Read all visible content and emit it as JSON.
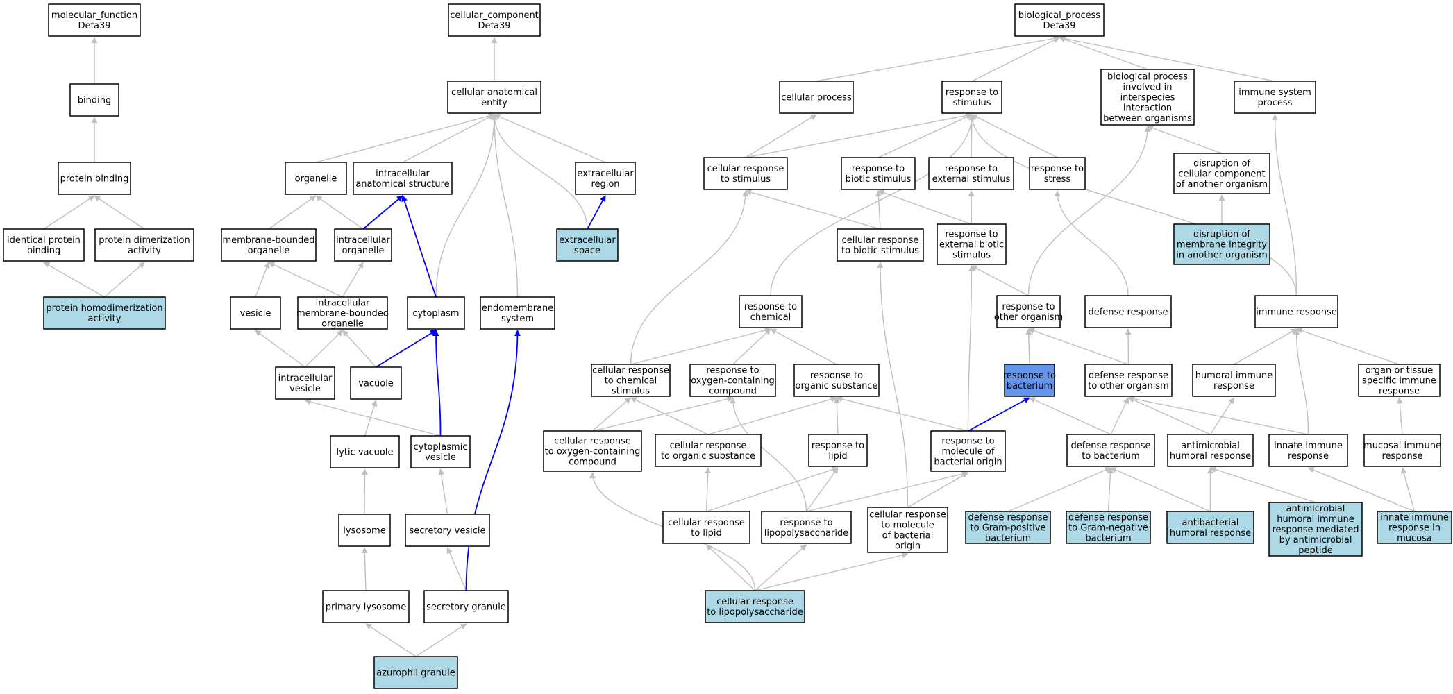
{
  "colors": {
    "node_fill": "#ffffff",
    "query_fill": "#add8e6",
    "highlight_fill": "#6495ed",
    "edge_default": "#c0c0c0",
    "edge_highlight": "#0000ff",
    "border": "#000000"
  },
  "nodes": [
    {
      "id": "mf",
      "lines": [
        "molecular_function",
        "Defa39"
      ],
      "kind": "plain"
    },
    {
      "id": "binding",
      "lines": [
        "binding"
      ],
      "kind": "plain"
    },
    {
      "id": "protbind",
      "lines": [
        "protein binding"
      ],
      "kind": "plain"
    },
    {
      "id": "identprot",
      "lines": [
        "identical protein",
        "binding"
      ],
      "kind": "plain"
    },
    {
      "id": "protdimer",
      "lines": [
        "protein dimerization",
        "activity"
      ],
      "kind": "plain"
    },
    {
      "id": "homodimer",
      "lines": [
        "protein homodimerization",
        "activity"
      ],
      "kind": "query"
    },
    {
      "id": "cc",
      "lines": [
        "cellular_component",
        "Defa39"
      ],
      "kind": "plain"
    },
    {
      "id": "cae",
      "lines": [
        "cellular anatomical",
        "entity"
      ],
      "kind": "plain"
    },
    {
      "id": "organelle",
      "lines": [
        "organelle"
      ],
      "kind": "plain"
    },
    {
      "id": "ias",
      "lines": [
        "intracellular",
        "anatomical structure"
      ],
      "kind": "plain"
    },
    {
      "id": "extreg",
      "lines": [
        "extracellular",
        "region"
      ],
      "kind": "plain"
    },
    {
      "id": "mbo",
      "lines": [
        "membrane-bounded",
        "organelle"
      ],
      "kind": "plain"
    },
    {
      "id": "io",
      "lines": [
        "intracellular",
        "organelle"
      ],
      "kind": "plain"
    },
    {
      "id": "extspace",
      "lines": [
        "extracellular",
        "space"
      ],
      "kind": "query"
    },
    {
      "id": "vesicle",
      "lines": [
        "vesicle"
      ],
      "kind": "plain"
    },
    {
      "id": "imbo",
      "lines": [
        "intracellular",
        "membrane-bounded",
        "organelle"
      ],
      "kind": "plain"
    },
    {
      "id": "cytoplasm",
      "lines": [
        "cytoplasm"
      ],
      "kind": "plain"
    },
    {
      "id": "endomem",
      "lines": [
        "endomembrane",
        "system"
      ],
      "kind": "plain"
    },
    {
      "id": "ivesicle",
      "lines": [
        "intracellular",
        "vesicle"
      ],
      "kind": "plain"
    },
    {
      "id": "vacuole",
      "lines": [
        "vacuole"
      ],
      "kind": "plain"
    },
    {
      "id": "lytic",
      "lines": [
        "lytic vacuole"
      ],
      "kind": "plain"
    },
    {
      "id": "cytovesicle",
      "lines": [
        "cytoplasmic",
        "vesicle"
      ],
      "kind": "plain"
    },
    {
      "id": "lysosome",
      "lines": [
        "lysosome"
      ],
      "kind": "plain"
    },
    {
      "id": "secvesicle",
      "lines": [
        "secretory vesicle"
      ],
      "kind": "plain"
    },
    {
      "id": "primlyso",
      "lines": [
        "primary lysosome"
      ],
      "kind": "plain"
    },
    {
      "id": "secgran",
      "lines": [
        "secretory granule"
      ],
      "kind": "plain"
    },
    {
      "id": "azuro",
      "lines": [
        "azurophil granule"
      ],
      "kind": "query"
    },
    {
      "id": "bp",
      "lines": [
        "biological_process",
        "Defa39"
      ],
      "kind": "plain"
    },
    {
      "id": "cellproc",
      "lines": [
        "cellular process"
      ],
      "kind": "plain"
    },
    {
      "id": "rstim",
      "lines": [
        "response to",
        "stimulus"
      ],
      "kind": "plain"
    },
    {
      "id": "bpinter",
      "lines": [
        "biological process",
        "involved in",
        "interspecies",
        "interaction",
        "between organisms"
      ],
      "kind": "plain"
    },
    {
      "id": "immsys",
      "lines": [
        "immune system",
        "process"
      ],
      "kind": "plain"
    },
    {
      "id": "crstim",
      "lines": [
        "cellular response",
        "to stimulus"
      ],
      "kind": "plain"
    },
    {
      "id": "rbiotic",
      "lines": [
        "response to",
        "biotic stimulus"
      ],
      "kind": "plain"
    },
    {
      "id": "rext",
      "lines": [
        "response to",
        "external stimulus"
      ],
      "kind": "plain"
    },
    {
      "id": "rstress",
      "lines": [
        "response to",
        "stress"
      ],
      "kind": "plain"
    },
    {
      "id": "disrupt",
      "lines": [
        "disruption of",
        "cellular component",
        "of another organism"
      ],
      "kind": "plain"
    },
    {
      "id": "crbiotic",
      "lines": [
        "cellular response",
        "to biotic stimulus"
      ],
      "kind": "plain"
    },
    {
      "id": "rextbiotic",
      "lines": [
        "response to",
        "external biotic",
        "stimulus"
      ],
      "kind": "plain"
    },
    {
      "id": "disruptmem",
      "lines": [
        "disruption of",
        "membrane integrity",
        "in another organism"
      ],
      "kind": "query"
    },
    {
      "id": "rchem",
      "lines": [
        "response to",
        "chemical"
      ],
      "kind": "plain"
    },
    {
      "id": "rother",
      "lines": [
        "response to",
        "other organism"
      ],
      "kind": "plain"
    },
    {
      "id": "defresp",
      "lines": [
        "defense response"
      ],
      "kind": "plain"
    },
    {
      "id": "immresp",
      "lines": [
        "immune response"
      ],
      "kind": "plain"
    },
    {
      "id": "crchem",
      "lines": [
        "cellular response",
        "to chemical",
        "stimulus"
      ],
      "kind": "plain"
    },
    {
      "id": "roxy",
      "lines": [
        "response to",
        "oxygen-containing",
        "compound"
      ],
      "kind": "plain"
    },
    {
      "id": "rorg",
      "lines": [
        "response to",
        "organic substance"
      ],
      "kind": "plain"
    },
    {
      "id": "rbact",
      "lines": [
        "response to",
        "bacterium"
      ],
      "kind": "highlight"
    },
    {
      "id": "defother",
      "lines": [
        "defense response",
        "to other organism"
      ],
      "kind": "plain"
    },
    {
      "id": "humoral",
      "lines": [
        "humoral immune",
        "response"
      ],
      "kind": "plain"
    },
    {
      "id": "organimm",
      "lines": [
        "organ or tissue",
        "specific immune",
        "response"
      ],
      "kind": "plain"
    },
    {
      "id": "croxy",
      "lines": [
        "cellular response",
        "to oxygen-containing",
        "compound"
      ],
      "kind": "plain"
    },
    {
      "id": "crorg",
      "lines": [
        "cellular response",
        "to organic substance"
      ],
      "kind": "plain"
    },
    {
      "id": "rlipid",
      "lines": [
        "response to",
        "lipid"
      ],
      "kind": "plain"
    },
    {
      "id": "rmolbact",
      "lines": [
        "response to",
        "molecule of",
        "bacterial origin"
      ],
      "kind": "plain"
    },
    {
      "id": "defbact",
      "lines": [
        "defense response",
        "to bacterium"
      ],
      "kind": "plain"
    },
    {
      "id": "antimicro",
      "lines": [
        "antimicrobial",
        "humoral response"
      ],
      "kind": "plain"
    },
    {
      "id": "innate",
      "lines": [
        "innate immune",
        "response"
      ],
      "kind": "plain"
    },
    {
      "id": "mucosal",
      "lines": [
        "mucosal immune",
        "response"
      ],
      "kind": "plain"
    },
    {
      "id": "crlipid",
      "lines": [
        "cellular response",
        "to lipid"
      ],
      "kind": "plain"
    },
    {
      "id": "rlps",
      "lines": [
        "response to",
        "lipopolysaccharide"
      ],
      "kind": "plain"
    },
    {
      "id": "crmolbact",
      "lines": [
        "cellular response",
        "to molecule",
        "of bacterial",
        "origin"
      ],
      "kind": "plain"
    },
    {
      "id": "defgrampos",
      "lines": [
        "defense response",
        "to Gram-positive",
        "bacterium"
      ],
      "kind": "query"
    },
    {
      "id": "defgramneg",
      "lines": [
        "defense response",
        "to Gram-negative",
        "bacterium"
      ],
      "kind": "query"
    },
    {
      "id": "antibact",
      "lines": [
        "antibacterial",
        "humoral response"
      ],
      "kind": "query"
    },
    {
      "id": "antimicropep",
      "lines": [
        "antimicrobial",
        "humoral immune",
        "response mediated",
        "by antimicrobial",
        "peptide"
      ],
      "kind": "query"
    },
    {
      "id": "innatemuc",
      "lines": [
        "innate immune",
        "response in",
        "mucosa"
      ],
      "kind": "query"
    },
    {
      "id": "crlps",
      "lines": [
        "cellular response",
        "to lipopolysaccharide"
      ],
      "kind": "query"
    }
  ],
  "edges": [
    {
      "from": "binding",
      "to": "mf",
      "style": "default"
    },
    {
      "from": "protbind",
      "to": "binding",
      "style": "default"
    },
    {
      "from": "identprot",
      "to": "protbind",
      "style": "default"
    },
    {
      "from": "protdimer",
      "to": "protbind",
      "style": "default"
    },
    {
      "from": "homodimer",
      "to": "identprot",
      "style": "default"
    },
    {
      "from": "homodimer",
      "to": "protdimer",
      "style": "default"
    },
    {
      "from": "cae",
      "to": "cc",
      "style": "default"
    },
    {
      "from": "organelle",
      "to": "cae",
      "style": "default"
    },
    {
      "from": "ias",
      "to": "cae",
      "style": "default"
    },
    {
      "from": "extreg",
      "to": "cae",
      "style": "default"
    },
    {
      "from": "extspace",
      "to": "cae",
      "style": "default"
    },
    {
      "from": "cytoplasm",
      "to": "cae",
      "style": "default"
    },
    {
      "from": "endomem",
      "to": "cae",
      "style": "default"
    },
    {
      "from": "extspace",
      "to": "extreg",
      "style": "highlight"
    },
    {
      "from": "mbo",
      "to": "organelle",
      "style": "default"
    },
    {
      "from": "io",
      "to": "organelle",
      "style": "default"
    },
    {
      "from": "io",
      "to": "ias",
      "style": "highlight"
    },
    {
      "from": "cytoplasm",
      "to": "ias",
      "style": "highlight"
    },
    {
      "from": "vesicle",
      "to": "mbo",
      "style": "default"
    },
    {
      "from": "imbo",
      "to": "mbo",
      "style": "default"
    },
    {
      "from": "imbo",
      "to": "io",
      "style": "default"
    },
    {
      "from": "ivesicle",
      "to": "vesicle",
      "style": "default"
    },
    {
      "from": "ivesicle",
      "to": "imbo",
      "style": "default"
    },
    {
      "from": "vacuole",
      "to": "imbo",
      "style": "default"
    },
    {
      "from": "vacuole",
      "to": "cytoplasm",
      "style": "highlight"
    },
    {
      "from": "cytovesicle",
      "to": "cytoplasm",
      "style": "highlight"
    },
    {
      "from": "cytovesicle",
      "to": "ivesicle",
      "style": "default"
    },
    {
      "from": "lytic",
      "to": "vacuole",
      "style": "default"
    },
    {
      "from": "lysosome",
      "to": "lytic",
      "style": "default"
    },
    {
      "from": "secvesicle",
      "to": "cytovesicle",
      "style": "default"
    },
    {
      "from": "primlyso",
      "to": "lysosome",
      "style": "default"
    },
    {
      "from": "secgran",
      "to": "secvesicle",
      "style": "default"
    },
    {
      "from": "secgran",
      "to": "endomem",
      "style": "highlight"
    },
    {
      "from": "azuro",
      "to": "primlyso",
      "style": "default"
    },
    {
      "from": "azuro",
      "to": "secgran",
      "style": "default"
    },
    {
      "from": "cellproc",
      "to": "bp",
      "style": "default"
    },
    {
      "from": "rstim",
      "to": "bp",
      "style": "default"
    },
    {
      "from": "bpinter",
      "to": "bp",
      "style": "default"
    },
    {
      "from": "immsys",
      "to": "bp",
      "style": "default"
    },
    {
      "from": "crstim",
      "to": "cellproc",
      "style": "default"
    },
    {
      "from": "crstim",
      "to": "rstim",
      "style": "default"
    },
    {
      "from": "rbiotic",
      "to": "rstim",
      "style": "default"
    },
    {
      "from": "rext",
      "to": "rstim",
      "style": "default"
    },
    {
      "from": "rstress",
      "to": "rstim",
      "style": "default"
    },
    {
      "from": "rchem",
      "to": "rstim",
      "style": "default"
    },
    {
      "from": "immresp",
      "to": "rstim",
      "style": "default"
    },
    {
      "from": "disrupt",
      "to": "bpinter",
      "style": "default"
    },
    {
      "from": "rother",
      "to": "bpinter",
      "style": "default"
    },
    {
      "from": "immresp",
      "to": "immsys",
      "style": "default"
    },
    {
      "from": "crbiotic",
      "to": "crstim",
      "style": "default"
    },
    {
      "from": "crbiotic",
      "to": "rbiotic",
      "style": "default"
    },
    {
      "from": "rextbiotic",
      "to": "rbiotic",
      "style": "default"
    },
    {
      "from": "rextbiotic",
      "to": "rext",
      "style": "default"
    },
    {
      "from": "defresp",
      "to": "rstress",
      "style": "default"
    },
    {
      "from": "disruptmem",
      "to": "disrupt",
      "style": "default"
    },
    {
      "from": "rother",
      "to": "rextbiotic",
      "style": "default"
    },
    {
      "from": "rmolbact",
      "to": "rextbiotic",
      "style": "default"
    },
    {
      "from": "crmolbact",
      "to": "crbiotic",
      "style": "default"
    },
    {
      "from": "crchem",
      "to": "crstim",
      "style": "default"
    },
    {
      "from": "crchem",
      "to": "rchem",
      "style": "default"
    },
    {
      "from": "roxy",
      "to": "rchem",
      "style": "default"
    },
    {
      "from": "rorg",
      "to": "rchem",
      "style": "default"
    },
    {
      "from": "rbact",
      "to": "rother",
      "style": "default"
    },
    {
      "from": "defother",
      "to": "rother",
      "style": "default"
    },
    {
      "from": "defother",
      "to": "defresp",
      "style": "default"
    },
    {
      "from": "humoral",
      "to": "immresp",
      "style": "default"
    },
    {
      "from": "organimm",
      "to": "immresp",
      "style": "default"
    },
    {
      "from": "innate",
      "to": "immresp",
      "style": "default"
    },
    {
      "from": "croxy",
      "to": "crchem",
      "style": "default"
    },
    {
      "from": "croxy",
      "to": "roxy",
      "style": "default"
    },
    {
      "from": "crorg",
      "to": "crchem",
      "style": "default"
    },
    {
      "from": "crorg",
      "to": "rorg",
      "style": "default"
    },
    {
      "from": "rlipid",
      "to": "rorg",
      "style": "default"
    },
    {
      "from": "rmolbact",
      "to": "rorg",
      "style": "default"
    },
    {
      "from": "rmolbact",
      "to": "rbact",
      "style": "highlight"
    },
    {
      "from": "defbact",
      "to": "rbact",
      "style": "default"
    },
    {
      "from": "defbact",
      "to": "defother",
      "style": "default"
    },
    {
      "from": "antimicro",
      "to": "humoral",
      "style": "default"
    },
    {
      "from": "antimicro",
      "to": "defother",
      "style": "default"
    },
    {
      "from": "innate",
      "to": "defother",
      "style": "default"
    },
    {
      "from": "mucosal",
      "to": "organimm",
      "style": "default"
    },
    {
      "from": "crlipid",
      "to": "crorg",
      "style": "default"
    },
    {
      "from": "crlipid",
      "to": "rlipid",
      "style": "default"
    },
    {
      "from": "rlps",
      "to": "rlipid",
      "style": "default"
    },
    {
      "from": "rlps",
      "to": "rmolbact",
      "style": "default"
    },
    {
      "from": "rlps",
      "to": "roxy",
      "style": "default"
    },
    {
      "from": "crmolbact",
      "to": "rmolbact",
      "style": "default"
    },
    {
      "from": "defgrampos",
      "to": "defbact",
      "style": "default"
    },
    {
      "from": "defgramneg",
      "to": "defbact",
      "style": "default"
    },
    {
      "from": "antibact",
      "to": "defbact",
      "style": "default"
    },
    {
      "from": "antibact",
      "to": "antimicro",
      "style": "default"
    },
    {
      "from": "antimicropep",
      "to": "antimicro",
      "style": "default"
    },
    {
      "from": "innatemuc",
      "to": "innate",
      "style": "default"
    },
    {
      "from": "innatemuc",
      "to": "mucosal",
      "style": "default"
    },
    {
      "from": "crlps",
      "to": "croxy",
      "style": "default"
    },
    {
      "from": "crlps",
      "to": "crlipid",
      "style": "default"
    },
    {
      "from": "crlps",
      "to": "rlps",
      "style": "default"
    },
    {
      "from": "crlps",
      "to": "crmolbact",
      "style": "default"
    }
  ]
}
